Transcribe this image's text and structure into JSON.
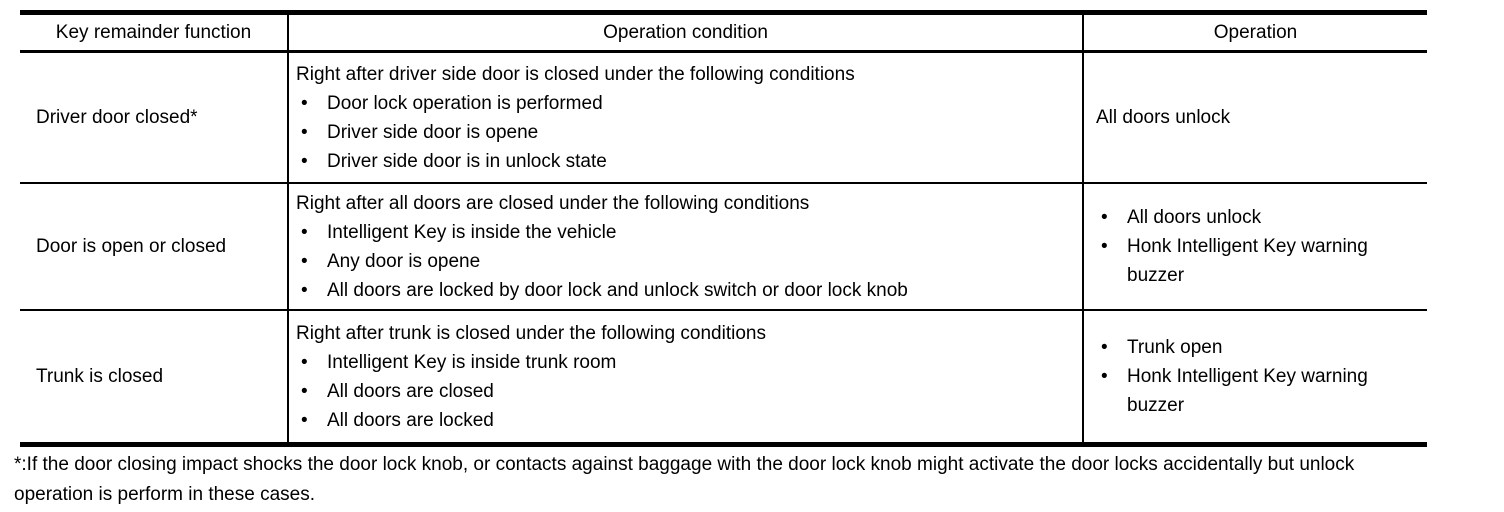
{
  "glyphs": {
    "bullet": "•"
  },
  "colors": {
    "text": "#000000",
    "background": "#ffffff",
    "border": "#000000"
  },
  "table": {
    "headers": {
      "function": "Key remainder function",
      "condition": "Operation condition",
      "operation": "Operation"
    },
    "rows": [
      {
        "function": "Driver door closed*",
        "condition_intro": "Right after driver side door is closed under the following conditions",
        "condition_bullets": [
          "Door lock operation is performed",
          "Driver side door is opene",
          "Driver side door is in unlock state"
        ],
        "operation_text": "All doors unlock",
        "operation_bullets": []
      },
      {
        "function": "Door is open or closed",
        "condition_intro": "Right after all doors are closed under the following conditions",
        "condition_bullets": [
          "Intelligent Key is inside the vehicle",
          "Any door is opene",
          "All doors are locked by door lock and unlock switch or door lock knob"
        ],
        "operation_text": "",
        "operation_bullets": [
          "All doors unlock",
          "Honk Intelligent Key warning buzzer"
        ]
      },
      {
        "function": "Trunk is closed",
        "condition_intro": "Right after trunk is closed under the following conditions",
        "condition_bullets": [
          "Intelligent Key is inside trunk room",
          "All doors are closed",
          "All doors are locked"
        ],
        "operation_text": "",
        "operation_bullets": [
          "Trunk open",
          "Honk Intelligent Key warning buzzer"
        ]
      }
    ]
  },
  "footnote": "*:If the door closing impact shocks the door lock knob, or contacts against baggage with the door lock knob might activate the door locks accidentally but unlock operation is perform in these cases."
}
